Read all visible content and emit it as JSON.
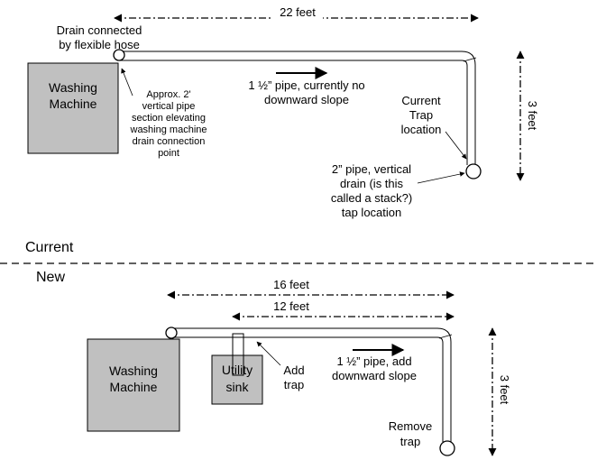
{
  "current": {
    "section_label": "Current",
    "dimension_22": "22 feet",
    "dimension_3": "3 feet",
    "washer_line1": "Washing",
    "washer_line2": "Machine",
    "hose_note_line1": "Drain connected",
    "hose_note_line2": "by flexible hose",
    "vertical_note": [
      "Approx. 2'",
      "vertical pipe",
      "section elevating",
      "washing machine",
      "drain connection",
      "point"
    ],
    "pipe_note_line1": "1 ½” pipe, currently no",
    "pipe_note_line2": "downward slope",
    "trap_note": [
      "Current",
      "Trap",
      "location"
    ],
    "stack_note": [
      "2” pipe, vertical",
      "drain (is this",
      "called a stack?)",
      "tap location"
    ]
  },
  "new": {
    "section_label": "New",
    "dimension_16": "16 feet",
    "dimension_12": "12 feet",
    "dimension_3": "3 feet",
    "washer_line1": "Washing",
    "washer_line2": "Machine",
    "sink_line1": "Utility",
    "sink_line2": "sink",
    "add_trap_line1": "Add",
    "add_trap_line2": "trap",
    "pipe_note_line1": "1 ½” pipe, add",
    "pipe_note_line2": "downward slope",
    "remove_trap_line1": "Remove",
    "remove_trap_line2": "trap"
  }
}
